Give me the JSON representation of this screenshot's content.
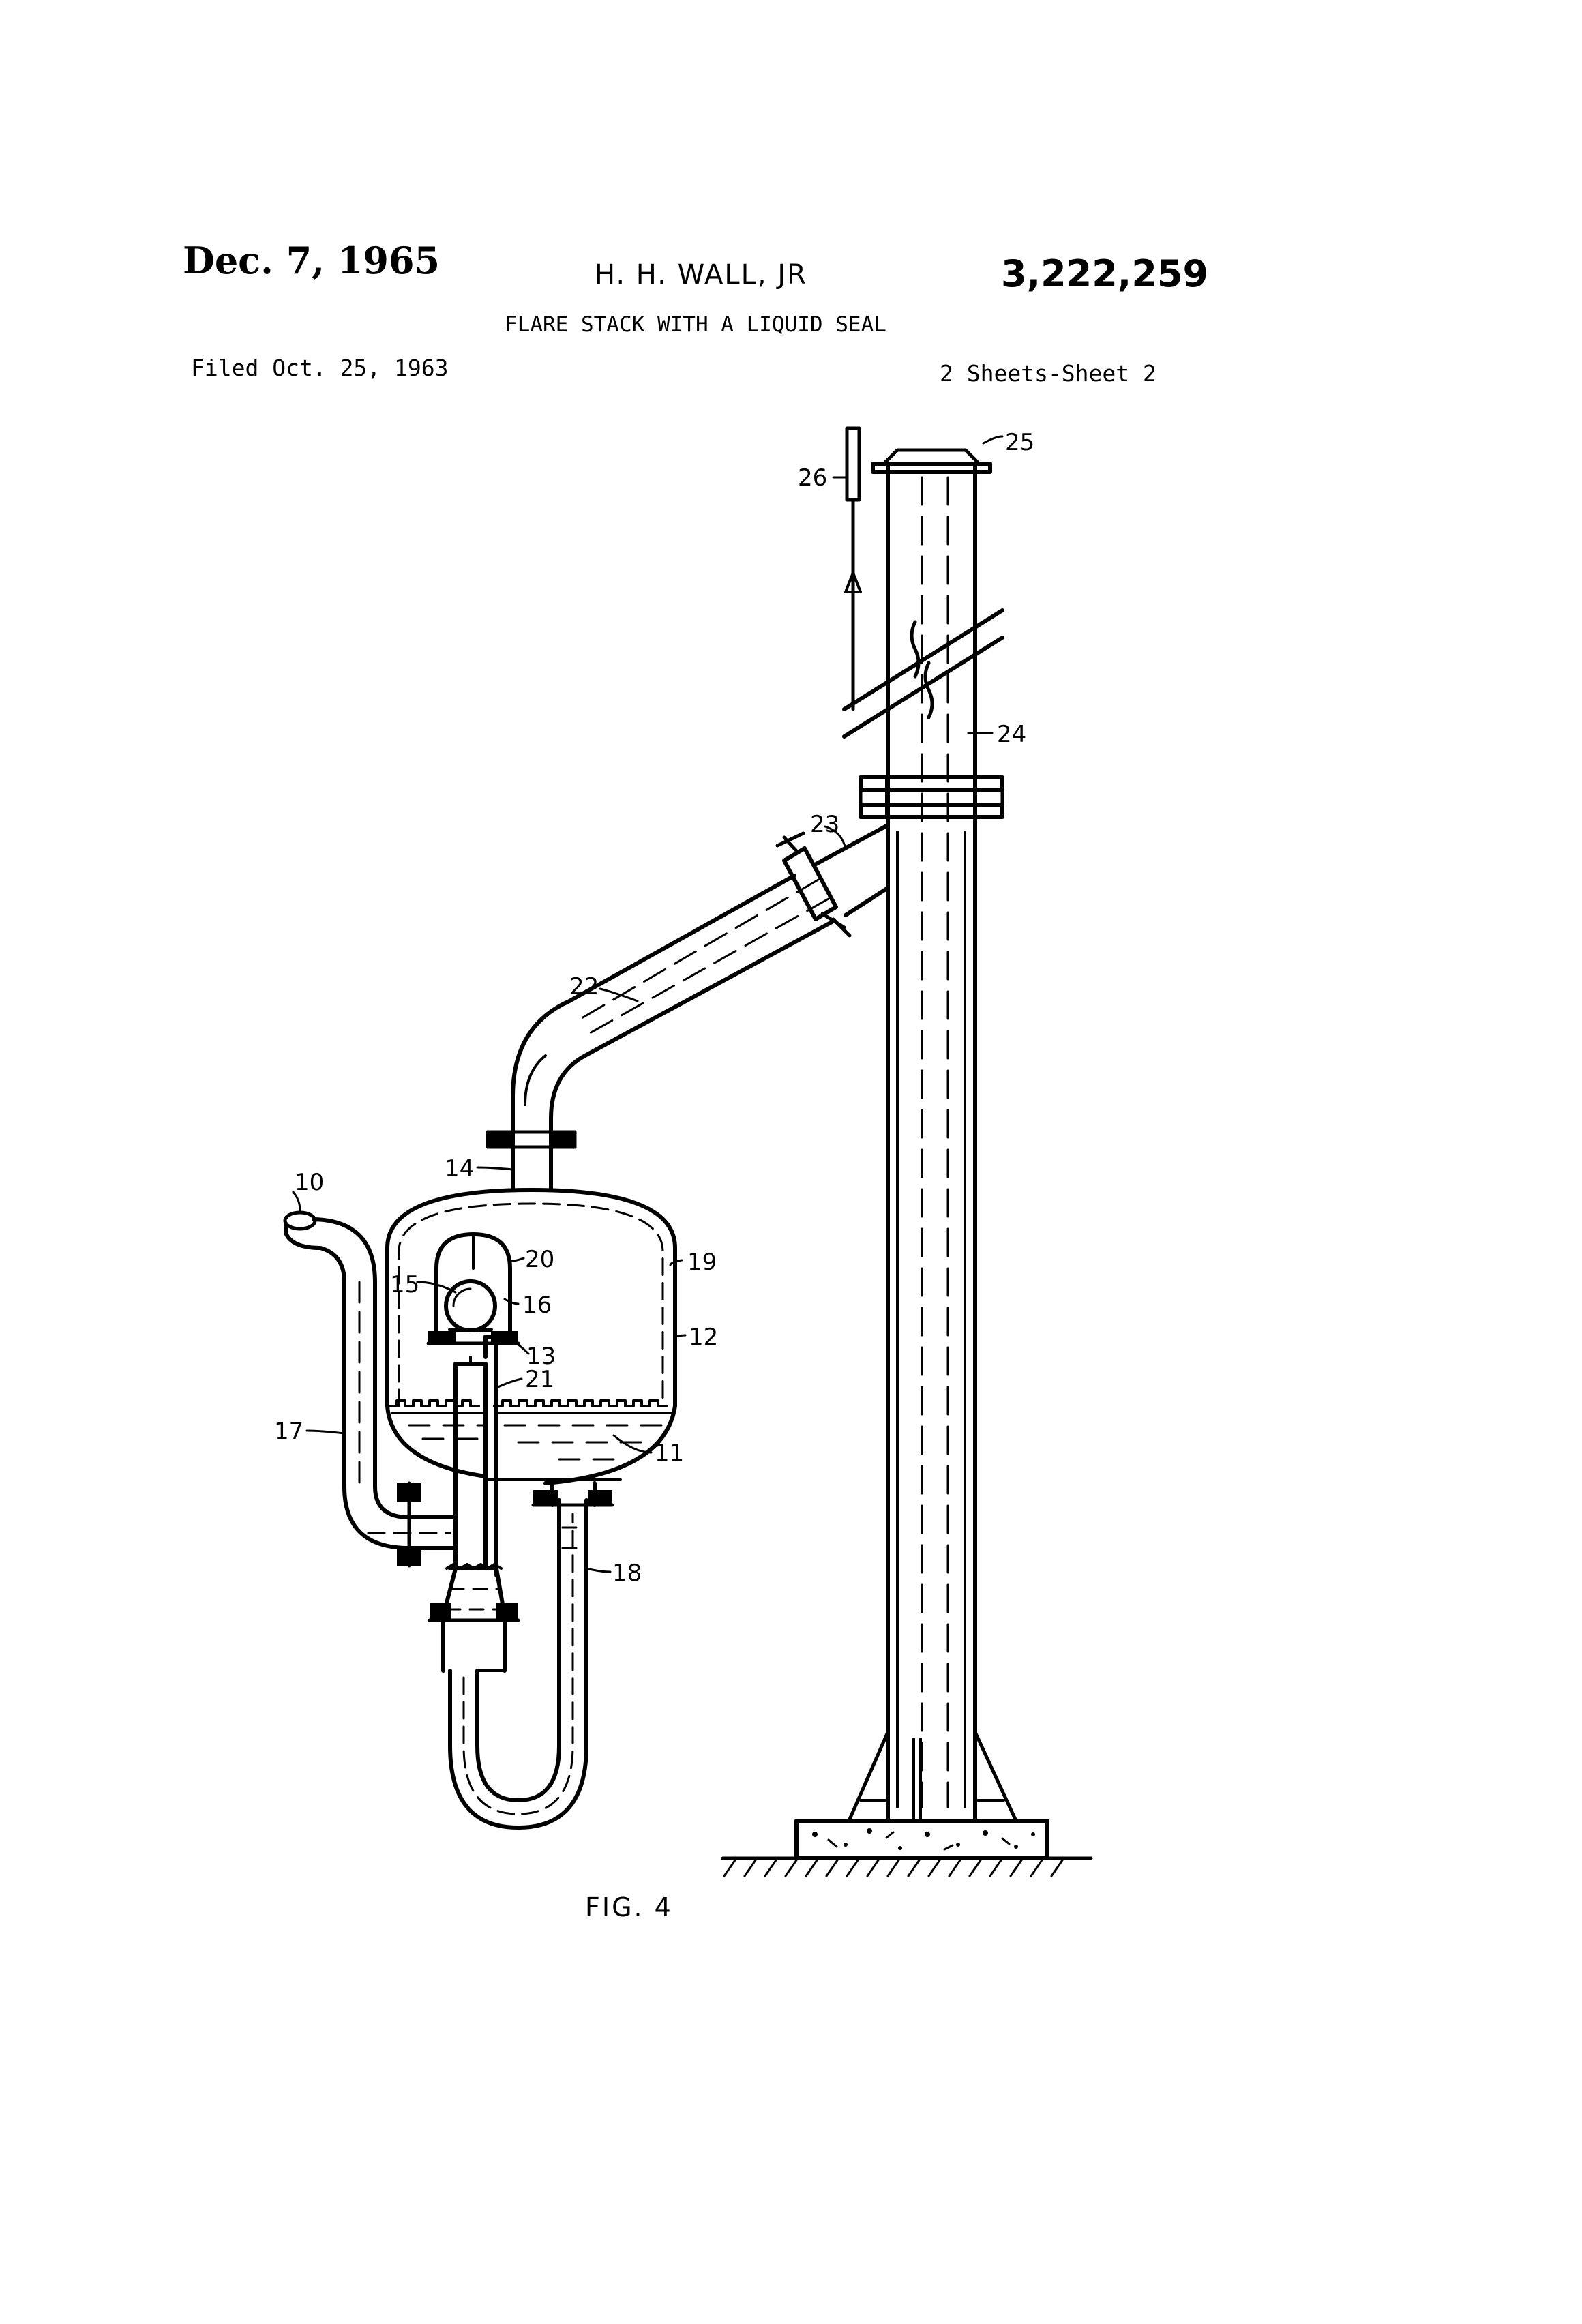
{
  "header": {
    "date": "Dec. 7, 1965",
    "inventor": "H. H. WALL, JR",
    "patent_number": "3,222,259",
    "title": "FLARE STACK WITH A LIQUID SEAL",
    "filed": "Filed Oct. 25, 1963",
    "sheets": "2 Sheets-Sheet 2"
  },
  "figure": {
    "caption": "FIG. 4",
    "labels": {
      "l10": "10",
      "l11": "11",
      "l12": "12",
      "l13": "13",
      "l14": "14",
      "l15": "15",
      "l16": "16",
      "l17": "17",
      "l18": "18",
      "l19": "19",
      "l20": "20",
      "l21": "21",
      "l22": "22",
      "l23": "23",
      "l24": "24",
      "l25": "25",
      "l26": "26"
    }
  }
}
